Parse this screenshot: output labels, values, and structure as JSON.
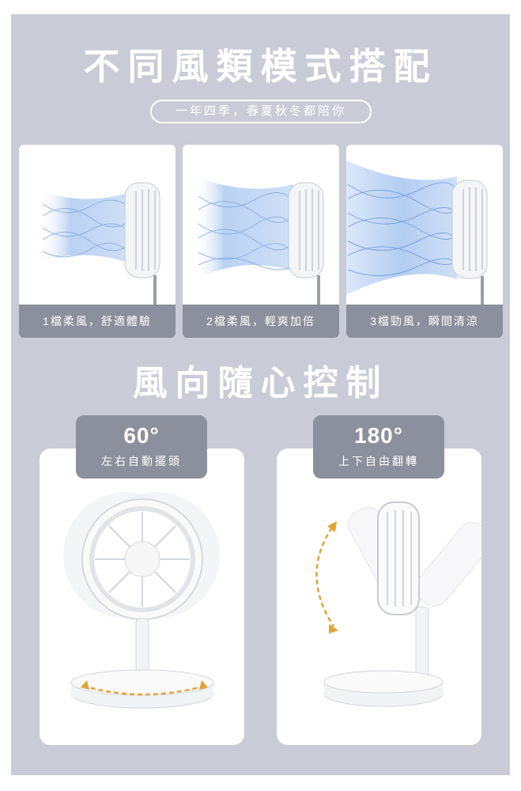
{
  "section1": {
    "title": "不同風類模式搭配",
    "subtitle": "一年四季，春夏秋冬都陪你",
    "modes": [
      {
        "label": "1檔柔風，舒適體驗"
      },
      {
        "label": "2檔柔風，輕爽加倍"
      },
      {
        "label": "3檔勁風，瞬間清涼"
      }
    ]
  },
  "section2": {
    "title": "風向隨心控制",
    "features": [
      {
        "degree": "60°",
        "label": "左右自動擺頭"
      },
      {
        "degree": "180°",
        "label": "上下自由翻轉"
      }
    ]
  },
  "colors": {
    "background": "#c9ccd6",
    "caption_bar": "#8c909c",
    "airflow": "#a9c6ee",
    "arrow": "#e0a437"
  }
}
